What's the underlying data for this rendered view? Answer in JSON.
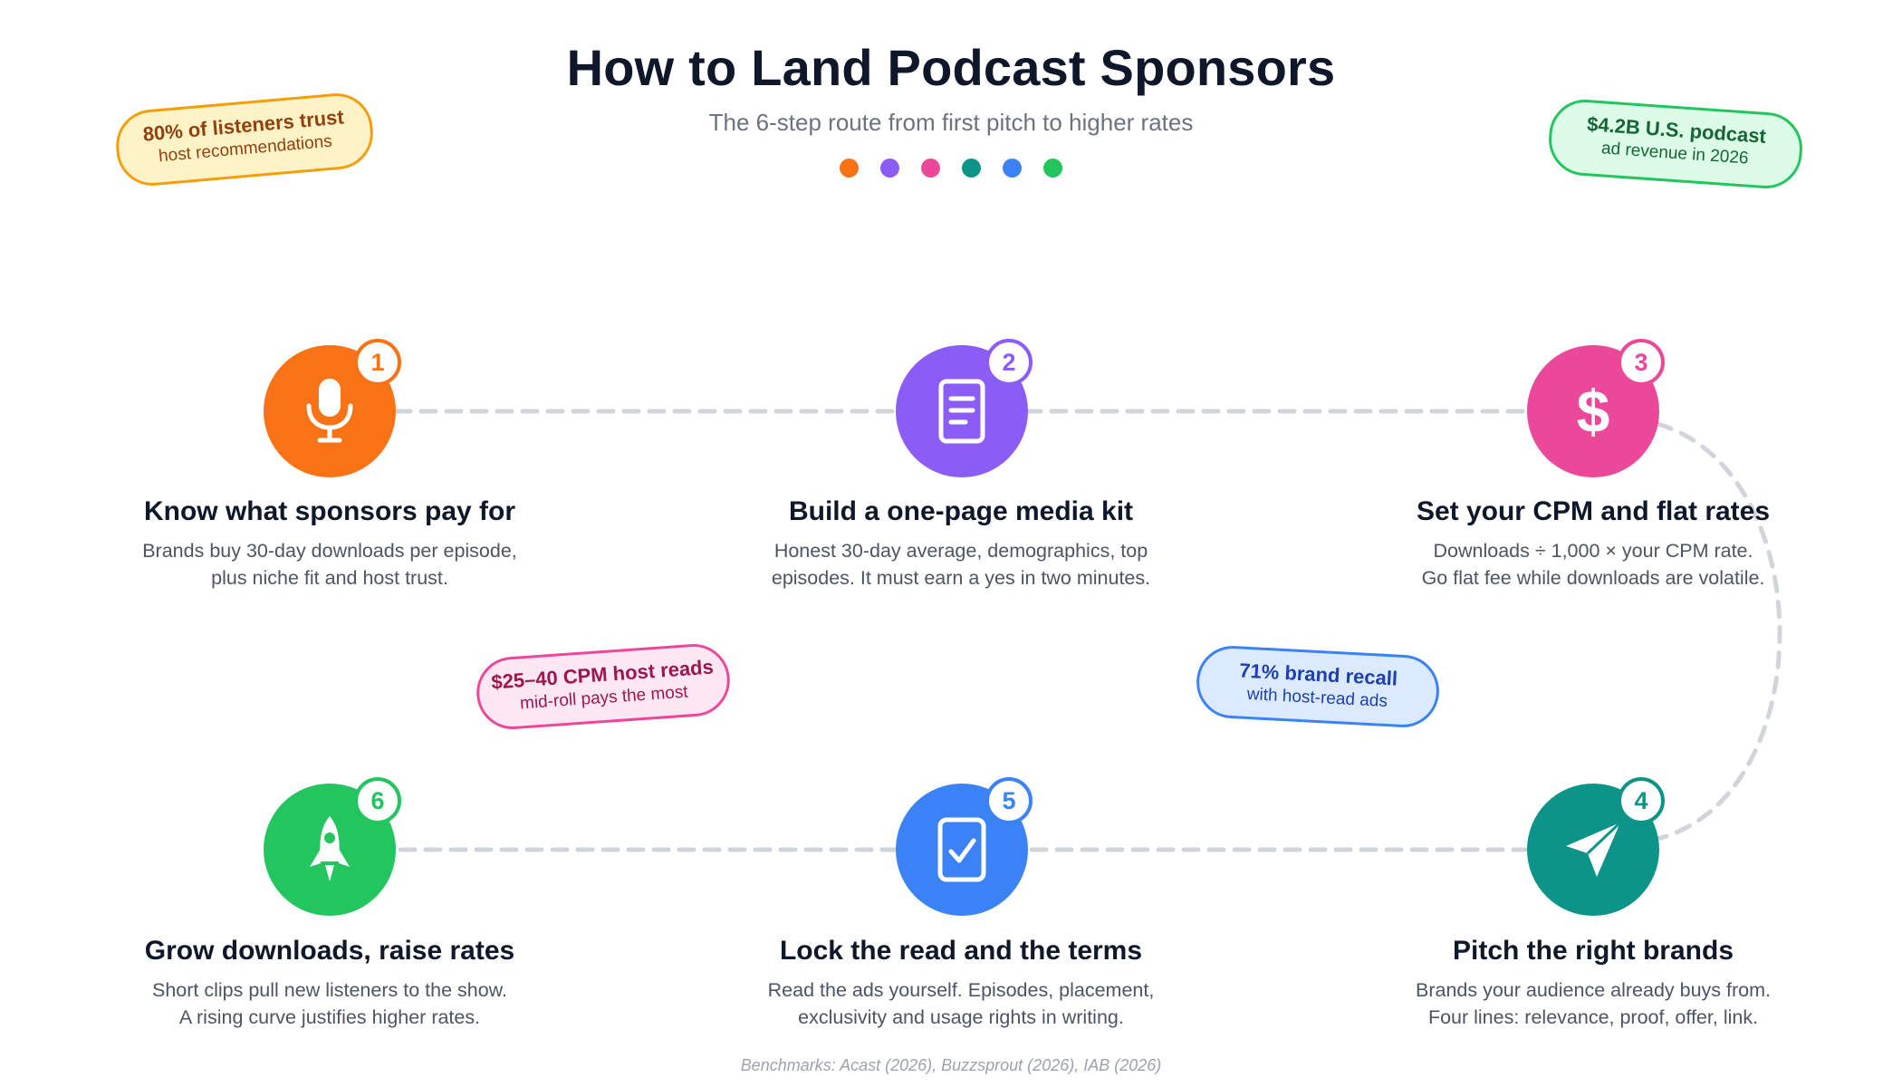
{
  "header": {
    "title": "How to Land Podcast Sponsors",
    "subtitle": "The 6-step route from first pitch to higher rates"
  },
  "colors": {
    "orange": "#f97316",
    "purple": "#8b5cf6",
    "pink": "#ec4899",
    "teal": "#0d9488",
    "blue": "#3b82f6",
    "green": "#22c55e",
    "connector": "#d1d5db"
  },
  "legend_dots": [
    "orange",
    "purple",
    "pink",
    "teal",
    "blue",
    "green"
  ],
  "steps": [
    {
      "number": "1",
      "icon": "microphone-icon",
      "color": "#f97316",
      "title": "Know what sponsors pay for",
      "desc_line1": "Brands buy 30-day downloads per episode,",
      "desc_line2": "plus niche fit and host trust."
    },
    {
      "number": "2",
      "icon": "document-icon",
      "color": "#8b5cf6",
      "title": "Build a one-page media kit",
      "desc_line1": "Honest 30-day average, demographics, top",
      "desc_line2": "episodes. It must earn a yes in two minutes."
    },
    {
      "number": "3",
      "icon": "dollar-icon",
      "color": "#ec4899",
      "title": "Set your CPM and flat rates",
      "desc_line1": "Downloads ÷ 1,000 × your CPM rate.",
      "desc_line2": "Go flat fee while downloads are volatile."
    },
    {
      "number": "4",
      "icon": "send-icon",
      "color": "#0d9488",
      "title": "Pitch the right brands",
      "desc_line1": "Brands your audience already buys from.",
      "desc_line2": "Four lines: relevance, proof, offer, link."
    },
    {
      "number": "5",
      "icon": "clipboard-check-icon",
      "color": "#3b82f6",
      "title": "Lock the read and the terms",
      "desc_line1": "Read the ads yourself. Episodes, placement,",
      "desc_line2": "exclusivity and usage rights in writing."
    },
    {
      "number": "6",
      "icon": "rocket-icon",
      "color": "#22c55e",
      "title": "Grow downloads, raise rates",
      "desc_line1": "Short clips pull new listeners to the show.",
      "desc_line2": "A rising curve justifies higher rates."
    }
  ],
  "callouts": [
    {
      "main": "80% of listeners trust",
      "sub": "host recommendations",
      "border": "#f59e0b",
      "bg": "#fef3c7",
      "text": "#92400e"
    },
    {
      "main": "$4.2B U.S. podcast",
      "sub": "ad revenue in 2026",
      "border": "#22c55e",
      "bg": "#dcfce7",
      "text": "#166534"
    },
    {
      "main": "$25–40 CPM host reads",
      "sub": "mid-roll pays the most",
      "border": "#ec4899",
      "bg": "#fce7f3",
      "text": "#9d174d"
    },
    {
      "main": "71% brand recall",
      "sub": "with host-read ads",
      "border": "#3b82f6",
      "bg": "#dbeafe",
      "text": "#1e40af"
    }
  ],
  "footer": "Benchmarks: Acast (2026), Buzzsprout (2026), IAB (2026)"
}
